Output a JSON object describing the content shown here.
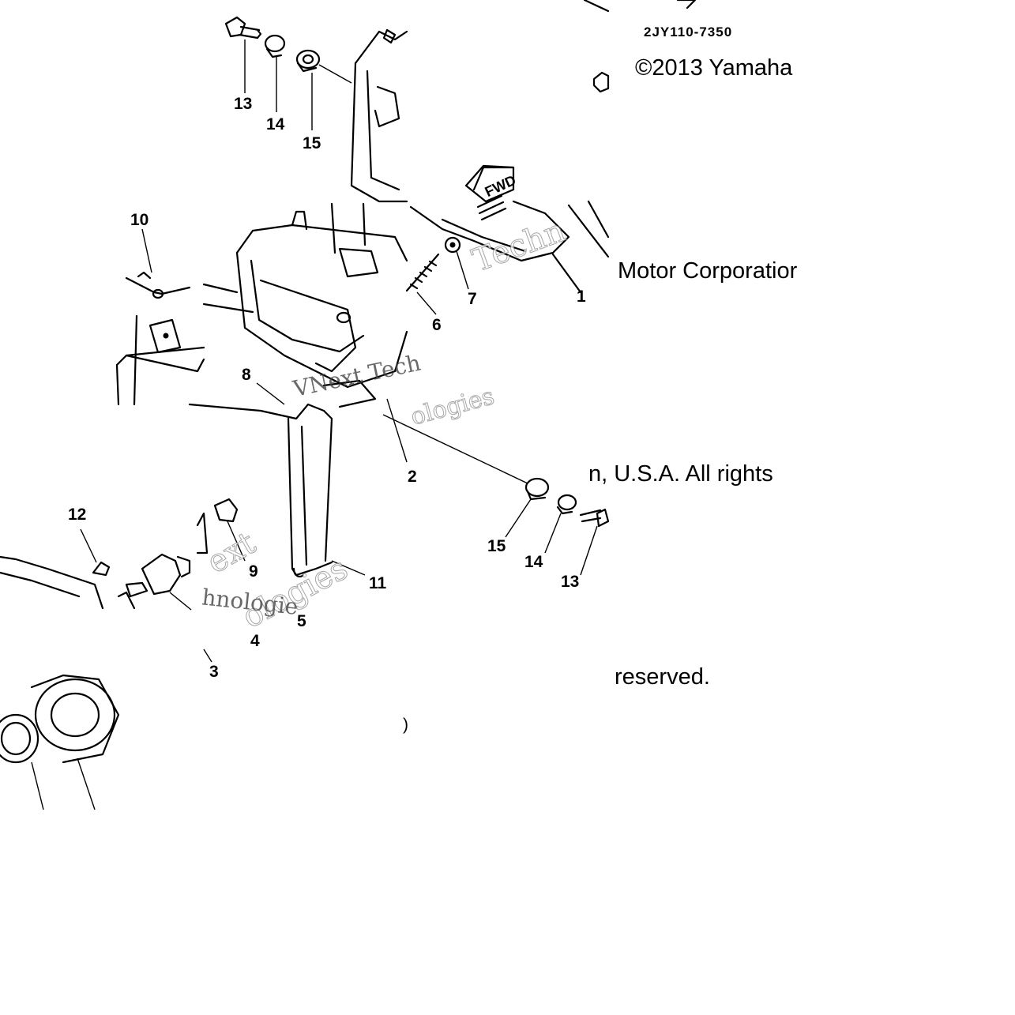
{
  "diagram_code": "2JY110-7350",
  "copyright": {
    "line1": "©2013 Yamaha",
    "line2": "Motor Corporatior",
    "line3": "n, U.S.A. All rights",
    "line4": "reserved."
  },
  "watermarks": {
    "wm1": "Techn",
    "wm2": "VNext Tech",
    "wm3": "ologies",
    "wm4": "ext",
    "wm5": "ologies",
    "wm6": "hnologie"
  },
  "fwd_label": "FWD",
  "callouts": {
    "c1": "1",
    "c2": "2",
    "c3": "3",
    "c4": "4",
    "c5": "5",
    "c6": "6",
    "c7": "7",
    "c8": "8",
    "c9": "9",
    "c10": "10",
    "c11": "11",
    "c12": "12",
    "c13a": "13",
    "c14a": "14",
    "c15a": "15",
    "c13b": "13",
    "c14b": "14",
    "c15b": "15"
  },
  "stray_glyph": ")"
}
